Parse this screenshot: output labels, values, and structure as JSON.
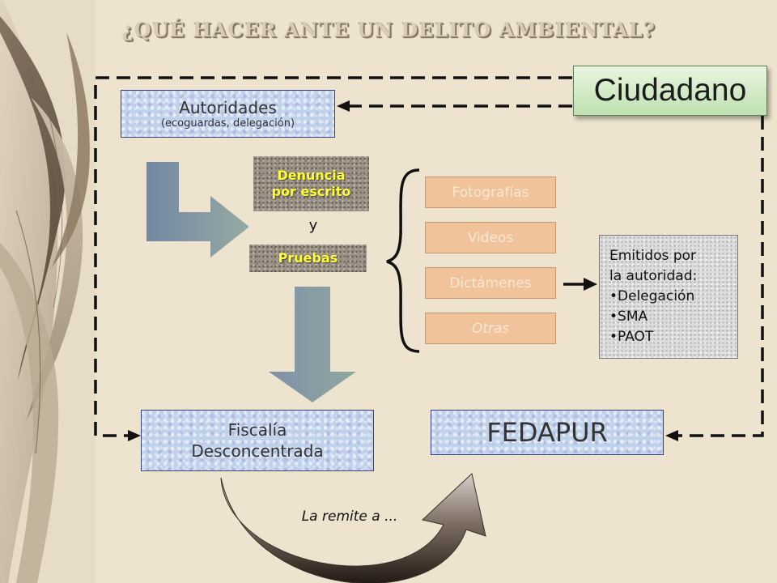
{
  "title": "¿QUÉ HACER ANTE UN DELITO AMBIENTAL?",
  "ciudadano": "Ciudadano",
  "autoridades": {
    "label": "Autoridades",
    "detail": "(ecoguardas, delegación)"
  },
  "denuncia": {
    "line1": "Denuncia",
    "line2": "por escrito"
  },
  "connector_y": "y",
  "pruebas": "Pruebas",
  "evidence": [
    "Fotografías",
    "Videos",
    "Dictámenes",
    "Otras"
  ],
  "emitidos": {
    "line1": "Emitidos por",
    "line2": "la autoridad:",
    "items": [
      "Delegación",
      "SMA",
      "PAOT"
    ]
  },
  "fiscalia": {
    "line1": "Fiscalía",
    "line2": "Desconcentrada"
  },
  "fedapur": "FEDAPUR",
  "remite": "La remite a ...",
  "colors": {
    "background": "#ede3cf",
    "blue_box": "#bed2ea",
    "ciudadano_green": "#bfe1b0",
    "peach": "#f0c39b",
    "granite": "#9b9185",
    "arrow_blue_gray": "#7e95a3",
    "curve_arrow_dark": "#4a3f36",
    "dashed_lines": "#111111"
  }
}
